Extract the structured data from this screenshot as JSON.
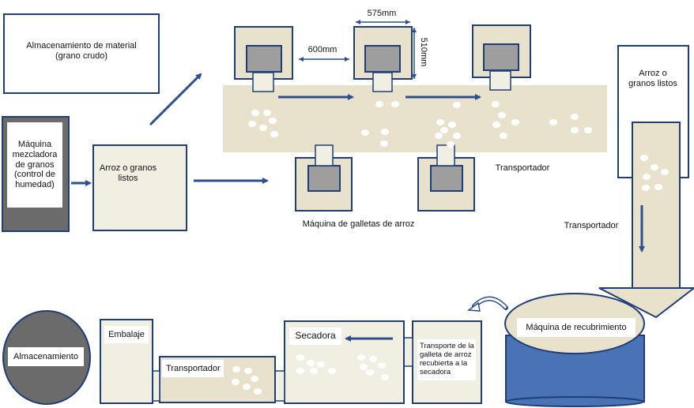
{
  "labels": {
    "storage_raw": "Almacenamiento de material\n(grano crudo)",
    "mixer": "Máquina mezcladora de granos\n(control de humedad)",
    "ready_grain_left": "Arroz o granos listos",
    "ready_grain_right": "Arroz o granos listos",
    "conveyor_top": "Transportador",
    "conveyor_right": "Transportador",
    "rice_cake_machine": "Máquina de galletas de arroz",
    "coating_machine": "Máquina de recubrimiento",
    "coated_transport": "Transporte de la galleta de arroz recubierta a la secadora",
    "dryer": "Secadora",
    "conveyor_bottom": "Transportador",
    "packaging": "Embalaje",
    "storage": "Almacenamiento"
  },
  "dimensions": {
    "width": "575mm",
    "height": "510mm",
    "spacing": "600mm"
  },
  "colors": {
    "beige": "#e8e2cd",
    "light_beige": "#f1eee2",
    "outline": "#1f3e78",
    "arrow": "#2e4f8f",
    "dark_gray": "#6b6b6b",
    "gray_square": "#9e9e9e",
    "blue_tank": "#4a73b6"
  }
}
